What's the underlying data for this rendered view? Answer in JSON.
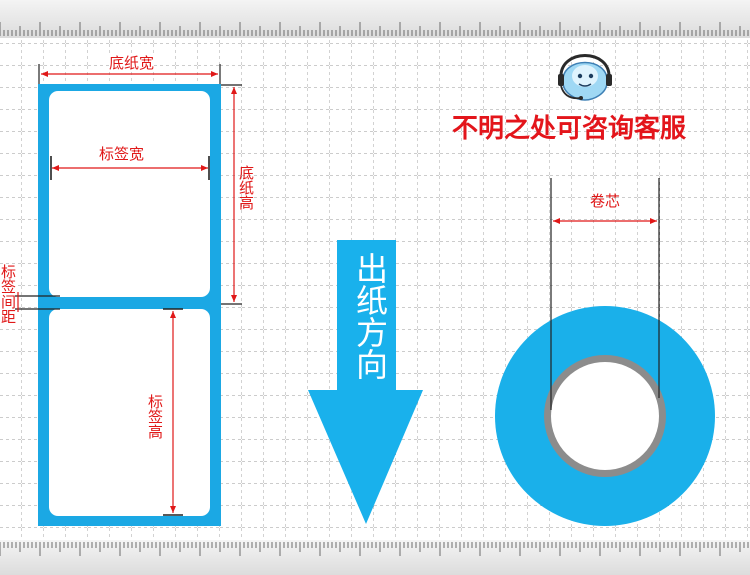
{
  "headline": "不明之处可咨询客服",
  "labels": {
    "liner_width": "底纸宽",
    "label_width": "标签宽",
    "liner_height": "底纸高",
    "label_gap": "标签间距",
    "label_height": "标签高",
    "paper_direction": "出纸方向",
    "core": "卷芯"
  },
  "icons": {
    "support": "customer-service-headset-icon",
    "arrow": "down-arrow-icon"
  },
  "colors": {
    "liner_blue": "#1ba8e4",
    "roll_blue": "#1ab0ea",
    "annotation_red": "#e01818",
    "core_gray": "#8c8c8c"
  }
}
